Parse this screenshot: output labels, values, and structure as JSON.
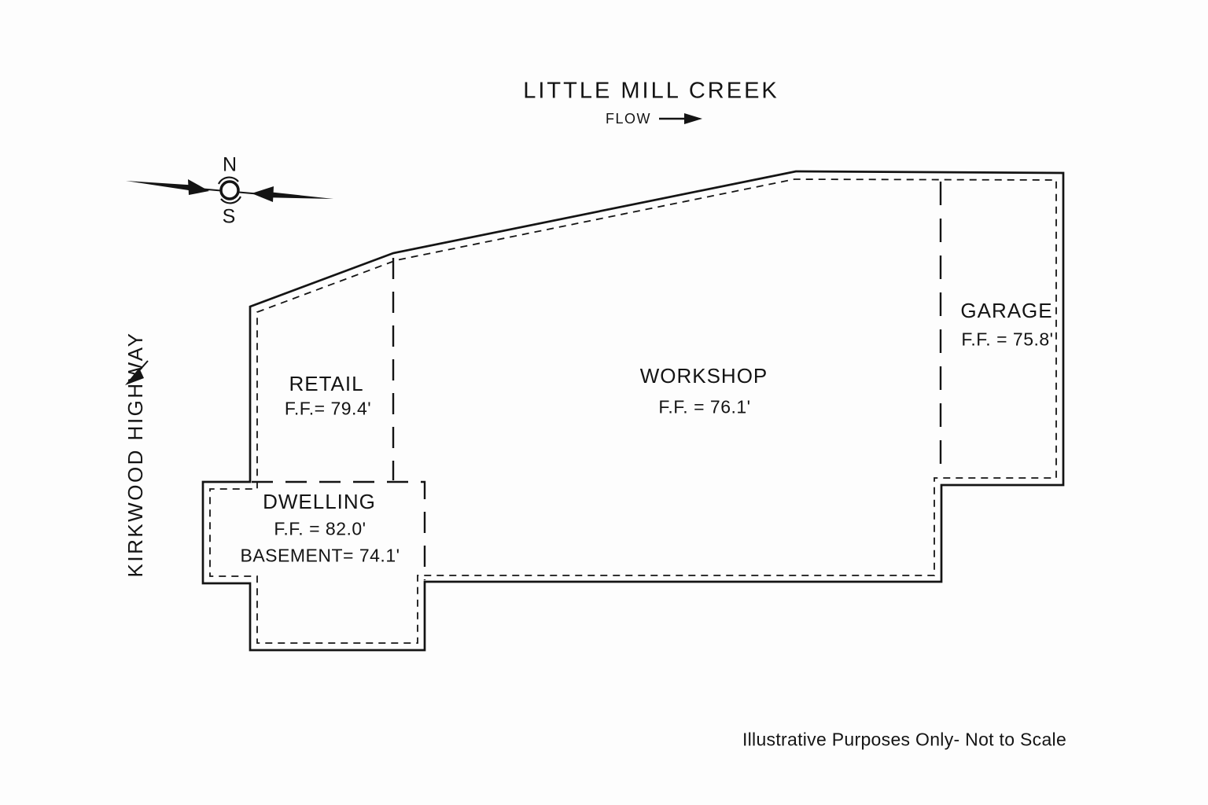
{
  "colors": {
    "background": "#fdfdfd",
    "ink": "#141414"
  },
  "creek": {
    "name": "LITTLE MILL CREEK",
    "flow_label": "FLOW"
  },
  "compass": {
    "north": "N",
    "south": "S"
  },
  "road": {
    "name": "KIRKWOOD HIGHWAY"
  },
  "rooms": {
    "retail": {
      "name": "RETAIL",
      "floor_elevation": "F.F.= 79.4'"
    },
    "workshop": {
      "name": "WORKSHOP",
      "floor_elevation": "F.F. = 76.1'"
    },
    "garage": {
      "name": "GARAGE",
      "floor_elevation": "F.F. = 75.8'"
    },
    "dwelling": {
      "name": "DWELLING",
      "floor_elevation": "F.F. = 82.0'",
      "basement_elevation": "BASEMENT= 74.1'"
    }
  },
  "footer": {
    "disclaimer": "Illustrative Purposes Only- Not to Scale"
  }
}
